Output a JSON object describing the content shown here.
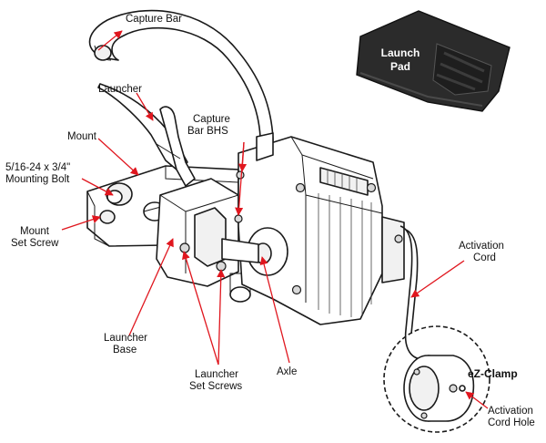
{
  "labels": {
    "capture_bar": "Capture Bar",
    "launcher": "Launcher",
    "mount": "Mount",
    "mounting_bolt_line1": "5/16-24 x 3/4\"",
    "mounting_bolt_line2": "Mounting Bolt",
    "mount_set_screw_line1": "Mount",
    "mount_set_screw_line2": "Set Screw",
    "capture_bar_bhs_line1": "Capture",
    "capture_bar_bhs_line2": "Bar BHS",
    "launch_pad_line1": "Launch",
    "launch_pad_line2": "Pad",
    "activation_cord_line1": "Activation",
    "activation_cord_line2": "Cord",
    "launcher_base_line1": "Launcher",
    "launcher_base_line2": "Base",
    "launcher_set_screws_line1": "Launcher",
    "launcher_set_screws_line2": "Set Screws",
    "axle": "Axle",
    "ez_clamp": "eZ-Clamp",
    "activation_cord_hole_line1": "Activation",
    "activation_cord_hole_line2": "Cord Hole"
  },
  "colors": {
    "leader": "#e0161e",
    "outline": "#1a1a1a",
    "launch_pad": "#2b2b2b"
  }
}
